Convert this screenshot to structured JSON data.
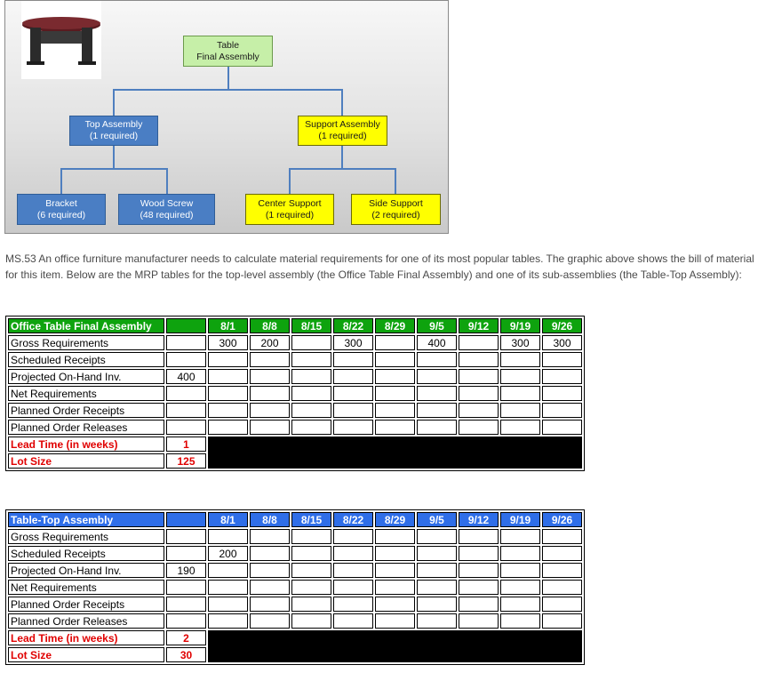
{
  "bom": {
    "root": {
      "line1": "Table",
      "line2": "Final Assembly"
    },
    "top_assembly": {
      "line1": "Top Assembly",
      "line2": "(1 required)"
    },
    "support_assembly": {
      "line1": "Support Assembly",
      "line2": "(1 required)"
    },
    "bracket": {
      "line1": "Bracket",
      "line2": "(6 required)"
    },
    "wood_screw": {
      "line1": "Wood Screw",
      "line2": "(48 required)"
    },
    "center_support": {
      "line1": "Center Support",
      "line2": "(1 required)"
    },
    "side_support": {
      "line1": "Side Support",
      "line2": "(2 required)"
    }
  },
  "description": "MS.53 An office furniture manufacturer needs to calculate material requirements for one of its most popular tables. The graphic above shows the bill of material for this item. Below are the MRP tables for the top-level assembly (the Office Table Final Assembly) and one of its sub-assemblies (the Table-Top Assembly):",
  "tables": [
    {
      "title": "Office Table  Final Assembly",
      "dates": [
        "8/1",
        "8/8",
        "8/15",
        "8/22",
        "8/29",
        "9/5",
        "9/12",
        "9/19",
        "9/26"
      ],
      "rows": [
        {
          "label": "Gross Requirements",
          "init": "",
          "values": [
            "300",
            "200",
            "",
            "300",
            "",
            "400",
            "",
            "300",
            "300"
          ]
        },
        {
          "label": "Scheduled Receipts",
          "init": "",
          "values": [
            "",
            "",
            "",
            "",
            "",
            "",
            "",
            "",
            ""
          ]
        },
        {
          "label": "Projected On-Hand Inv.",
          "init": "400",
          "values": [
            "",
            "",
            "",
            "",
            "",
            "",
            "",
            "",
            ""
          ]
        },
        {
          "label": "Net Requirements",
          "init": "",
          "values": [
            "",
            "",
            "",
            "",
            "",
            "",
            "",
            "",
            ""
          ]
        },
        {
          "label": "Planned Order Receipts",
          "init": "",
          "values": [
            "",
            "",
            "",
            "",
            "",
            "",
            "",
            "",
            ""
          ]
        },
        {
          "label": "Planned Order Releases",
          "init": "",
          "values": [
            "",
            "",
            "",
            "",
            "",
            "",
            "",
            "",
            ""
          ]
        }
      ],
      "lead_time_label": "Lead Time (in weeks)",
      "lead_time": "1",
      "lot_size_label": "Lot Size",
      "lot_size": "125"
    },
    {
      "title": "Table-Top Assembly",
      "dates": [
        "8/1",
        "8/8",
        "8/15",
        "8/22",
        "8/29",
        "9/5",
        "9/12",
        "9/19",
        "9/26"
      ],
      "rows": [
        {
          "label": "Gross Requirements",
          "init": "",
          "values": [
            "",
            "",
            "",
            "",
            "",
            "",
            "",
            "",
            ""
          ]
        },
        {
          "label": "Scheduled Receipts",
          "init": "",
          "values": [
            "200",
            "",
            "",
            "",
            "",
            "",
            "",
            "",
            ""
          ]
        },
        {
          "label": "Projected On-Hand Inv.",
          "init": "190",
          "values": [
            "",
            "",
            "",
            "",
            "",
            "",
            "",
            "",
            ""
          ]
        },
        {
          "label": "Net Requirements",
          "init": "",
          "values": [
            "",
            "",
            "",
            "",
            "",
            "",
            "",
            "",
            ""
          ]
        },
        {
          "label": "Planned Order Receipts",
          "init": "",
          "values": [
            "",
            "",
            "",
            "",
            "",
            "",
            "",
            "",
            ""
          ]
        },
        {
          "label": "Planned Order Releases",
          "init": "",
          "values": [
            "",
            "",
            "",
            "",
            "",
            "",
            "",
            "",
            ""
          ]
        }
      ],
      "lead_time_label": "Lead Time (in weeks)",
      "lead_time": "2",
      "lot_size_label": "Lot Size",
      "lot_size": "30"
    }
  ]
}
